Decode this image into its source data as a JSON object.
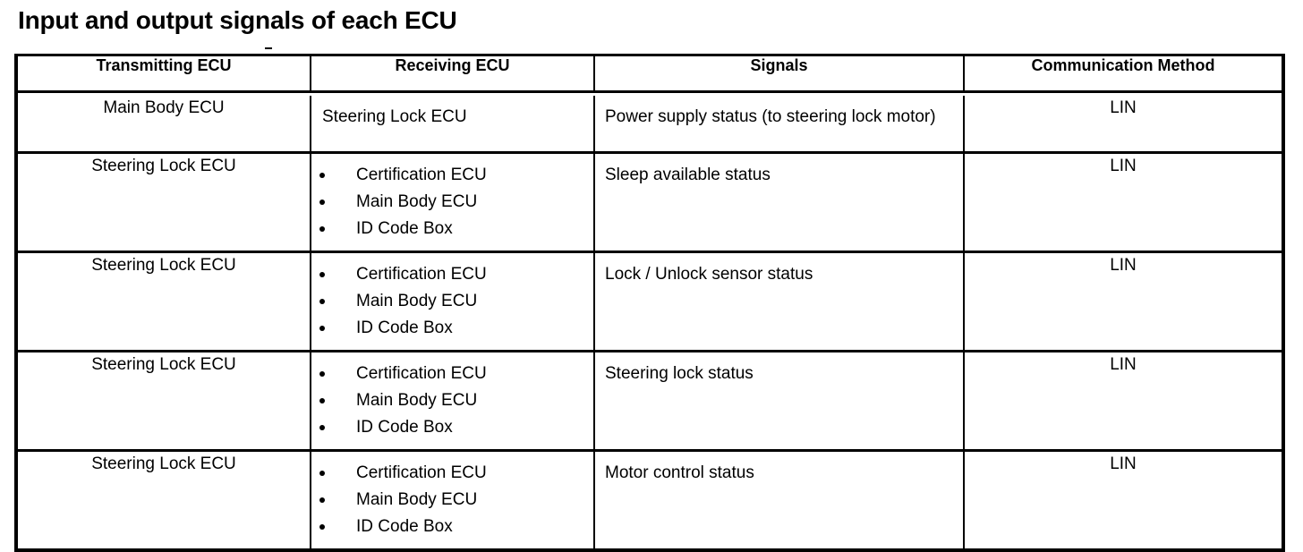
{
  "page": {
    "title": "Input and output signals of each ECU"
  },
  "table": {
    "headers": [
      "Transmitting ECU",
      "Receiving ECU",
      "Signals",
      "Communication Method"
    ],
    "rows": [
      {
        "transmitting": "Main Body ECU",
        "receiving_text": "Steering Lock ECU",
        "receiving_list": [],
        "signal": "Power supply status (to steering lock motor)",
        "method": "LIN"
      },
      {
        "transmitting": "Steering Lock ECU",
        "receiving_text": "",
        "receiving_list": [
          "Certification ECU",
          "Main Body ECU",
          "ID Code Box"
        ],
        "signal": "Sleep available status",
        "method": "LIN"
      },
      {
        "transmitting": "Steering Lock ECU",
        "receiving_text": "",
        "receiving_list": [
          "Certification ECU",
          "Main Body ECU",
          "ID Code Box"
        ],
        "signal": "Lock / Unlock sensor status",
        "method": "LIN"
      },
      {
        "transmitting": "Steering Lock ECU",
        "receiving_text": "",
        "receiving_list": [
          "Certification ECU",
          "Main Body ECU",
          "ID Code Box"
        ],
        "signal": "Steering lock status",
        "method": "LIN"
      },
      {
        "transmitting": "Steering Lock ECU",
        "receiving_text": "",
        "receiving_list": [
          "Certification ECU",
          "Main Body ECU",
          "ID Code Box"
        ],
        "signal": "Motor control status",
        "method": "LIN"
      }
    ]
  },
  "colors": {
    "text": "#000000",
    "background": "#ffffff",
    "border": "#000000"
  }
}
